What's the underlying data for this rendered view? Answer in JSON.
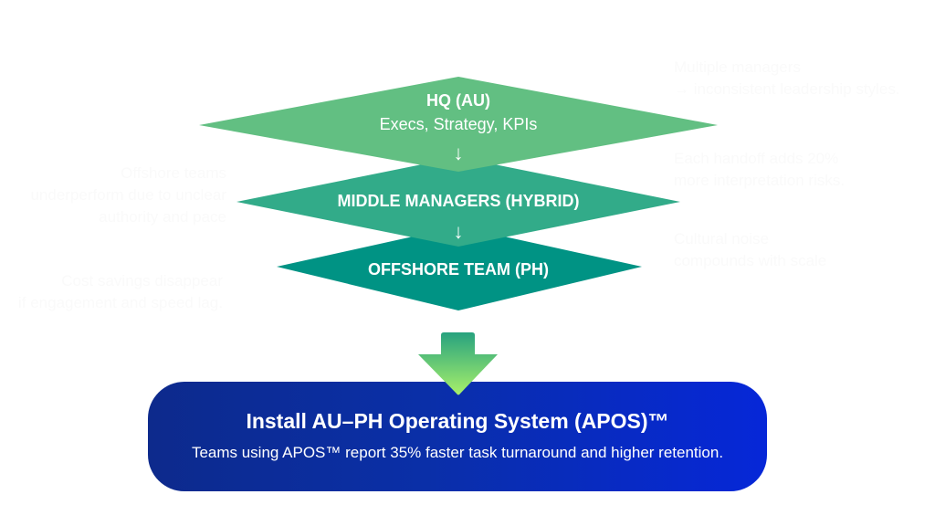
{
  "colors": {
    "layer_top": "#62bf82",
    "layer_middle": "#32ab89",
    "layer_bottom": "#009384",
    "cta_start": "#0d2a8c",
    "cta_end": "#0627d8",
    "arrow_top": "#27a27f",
    "arrow_bottom": "#a8f06a"
  },
  "layers": [
    {
      "title": "HQ (AU)",
      "subtitle": "Execs, Strategy, KPIs",
      "connector": "↓"
    },
    {
      "title": "MIDDLE MANAGERS (HYBRID)",
      "connector": "↓"
    },
    {
      "title": "OFFSHORE TEAM (PH)"
    }
  ],
  "side_notes_right": [
    {
      "lines": [
        "Multiple managers",
        "→ inconsistent leadership styles."
      ]
    },
    {
      "lines": [
        "Each handoff adds 20%",
        "more interpretation risks."
      ]
    },
    {
      "lines": [
        "Cultural noise",
        "compounds with scale"
      ]
    }
  ],
  "side_notes_left": [
    {
      "lines": [
        "Offshore teams",
        "underperform due to unclear",
        "authority and pace"
      ]
    },
    {
      "lines": [
        "Cost savings disappear",
        "if engagement and speed lag."
      ]
    }
  ],
  "cta": {
    "title": "Install AU–PH Operating System (APOS)™",
    "subtitle": "Teams using APOS™ report 35% faster task turnaround and higher retention."
  }
}
